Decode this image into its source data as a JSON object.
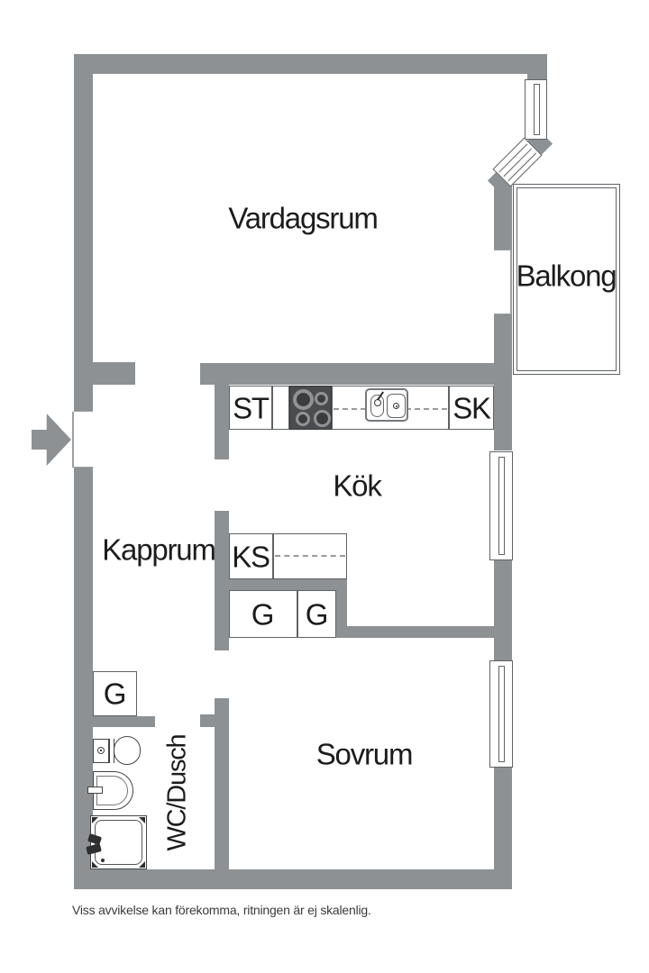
{
  "plan": {
    "rooms": {
      "living": "Vardagsrum",
      "balcony": "Balkong",
      "kitchen": "Kök",
      "hall": "Kapprum",
      "bedroom": "Sovrum",
      "bathroom": "WC/Dusch"
    },
    "fixture_labels": {
      "st": "ST",
      "sk": "SK",
      "ks": "KS",
      "g_kitchen_1": "G",
      "g_kitchen_2": "G",
      "g_hall": "G"
    },
    "footnote": "Viss avvikelse kan förekomma, ritningen är ej skalenlig.",
    "colors": {
      "wall": "#8d9194",
      "line": "#5f6366",
      "thin": "#9aa0a3",
      "ink": "#1c1c1c",
      "stove": "#4a4c4e",
      "burner": "#909396",
      "dark": "#2e2f30",
      "note": "#3a3a3a"
    }
  }
}
